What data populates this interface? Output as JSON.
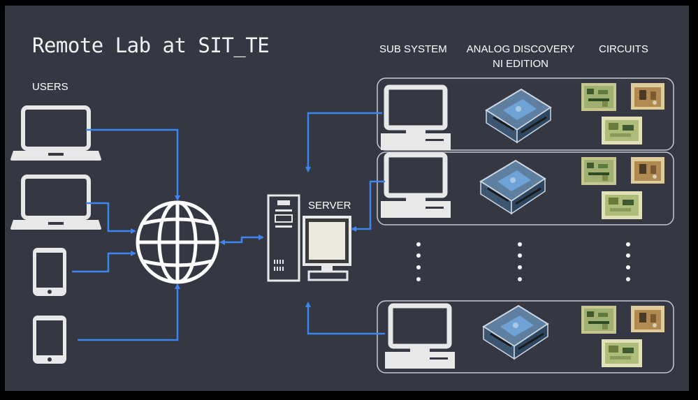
{
  "title": "Remote Lab at SIT_TE",
  "labels": {
    "users": "USERS",
    "sub_system": "SUB SYSTEM",
    "analog_discovery_line1": "ANALOG DISCOVERY",
    "analog_discovery_line2": "NI EDITION",
    "circuits": "CIRCUITS",
    "server": "SERVER"
  },
  "users": [
    "laptop-icon",
    "laptop-icon",
    "tablet-icon",
    "tablet-icon"
  ],
  "subsystems": [
    {
      "computer": "desktop-computer-icon",
      "device": "analog-discovery-device",
      "circuits": "circuit-board-photos"
    },
    {
      "computer": "desktop-computer-icon",
      "device": "analog-discovery-device",
      "circuits": "circuit-board-photos"
    },
    {
      "computer": "desktop-computer-icon",
      "device": "analog-discovery-device",
      "circuits": "circuit-board-photos"
    }
  ],
  "colors": {
    "background": "#353843",
    "frame": "#000000",
    "icon": "#e8e8e8",
    "connector": "#3d85f0",
    "panel_border": "#c7c7cf"
  }
}
